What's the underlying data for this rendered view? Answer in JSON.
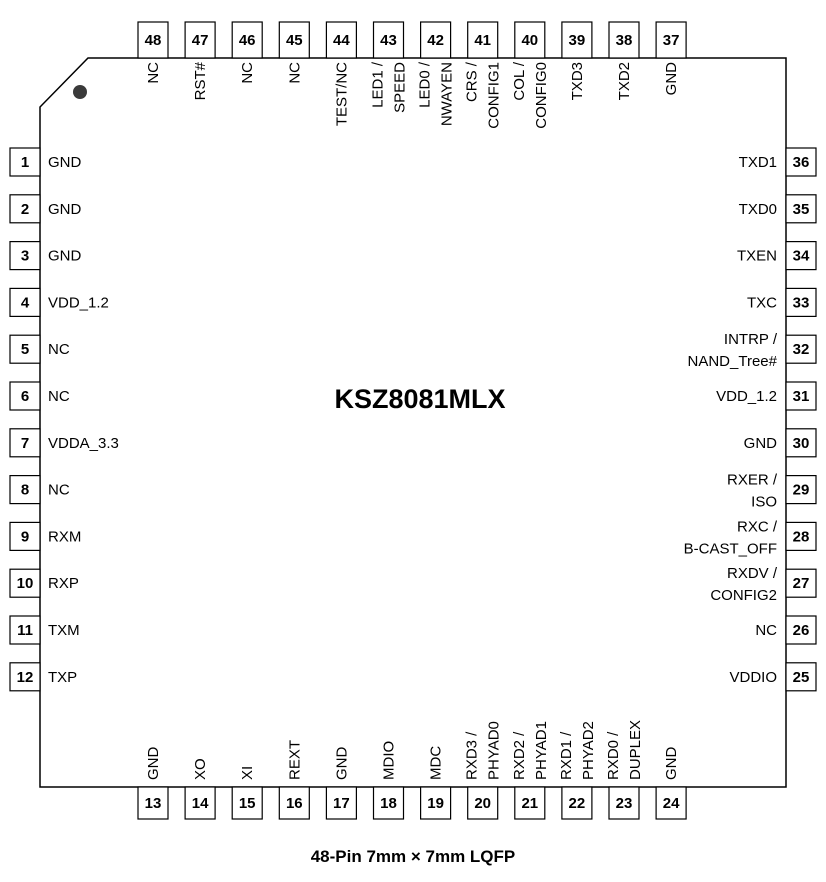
{
  "part_name": "KSZ8081MLX",
  "caption": "48-Pin 7mm × 7mm LQFP",
  "pins_left": [
    {
      "num": "1",
      "label": [
        "GND"
      ]
    },
    {
      "num": "2",
      "label": [
        "GND"
      ]
    },
    {
      "num": "3",
      "label": [
        "GND"
      ]
    },
    {
      "num": "4",
      "label": [
        "VDD_1.2"
      ]
    },
    {
      "num": "5",
      "label": [
        "NC"
      ]
    },
    {
      "num": "6",
      "label": [
        "NC"
      ]
    },
    {
      "num": "7",
      "label": [
        "VDDA_3.3"
      ]
    },
    {
      "num": "8",
      "label": [
        "NC"
      ]
    },
    {
      "num": "9",
      "label": [
        "RXM"
      ]
    },
    {
      "num": "10",
      "label": [
        "RXP"
      ]
    },
    {
      "num": "11",
      "label": [
        "TXM"
      ]
    },
    {
      "num": "12",
      "label": [
        "TXP"
      ]
    }
  ],
  "pins_bottom": [
    {
      "num": "13",
      "label": [
        "GND"
      ]
    },
    {
      "num": "14",
      "label": [
        "XO"
      ]
    },
    {
      "num": "15",
      "label": [
        "XI"
      ]
    },
    {
      "num": "16",
      "label": [
        "REXT"
      ]
    },
    {
      "num": "17",
      "label": [
        "GND"
      ]
    },
    {
      "num": "18",
      "label": [
        "MDIO"
      ]
    },
    {
      "num": "19",
      "label": [
        "MDC"
      ]
    },
    {
      "num": "20",
      "label": [
        "RXD3 /",
        "PHYAD0"
      ]
    },
    {
      "num": "21",
      "label": [
        "RXD2 /",
        "PHYAD1"
      ]
    },
    {
      "num": "22",
      "label": [
        "RXD1 /",
        "PHYAD2"
      ]
    },
    {
      "num": "23",
      "label": [
        "RXD0 /",
        "DUPLEX"
      ]
    },
    {
      "num": "24",
      "label": [
        "GND"
      ]
    }
  ],
  "pins_right": [
    {
      "num": "36",
      "label": [
        "TXD1"
      ]
    },
    {
      "num": "35",
      "label": [
        "TXD0"
      ]
    },
    {
      "num": "34",
      "label": [
        "TXEN"
      ]
    },
    {
      "num": "33",
      "label": [
        "TXC"
      ]
    },
    {
      "num": "32",
      "label": [
        "INTRP /",
        "NAND_Tree#"
      ]
    },
    {
      "num": "31",
      "label": [
        "VDD_1.2"
      ]
    },
    {
      "num": "30",
      "label": [
        "GND"
      ]
    },
    {
      "num": "29",
      "label": [
        "RXER /",
        "ISO"
      ]
    },
    {
      "num": "28",
      "label": [
        "RXC /",
        "B-CAST_OFF"
      ]
    },
    {
      "num": "27",
      "label": [
        "RXDV /",
        "CONFIG2"
      ]
    },
    {
      "num": "26",
      "label": [
        "NC"
      ]
    },
    {
      "num": "25",
      "label": [
        "VDDIO"
      ]
    }
  ],
  "pins_top": [
    {
      "num": "48",
      "label": [
        "NC"
      ]
    },
    {
      "num": "47",
      "label": [
        "RST#"
      ]
    },
    {
      "num": "46",
      "label": [
        "NC"
      ]
    },
    {
      "num": "45",
      "label": [
        "NC"
      ]
    },
    {
      "num": "44",
      "label": [
        "TEST/NC"
      ]
    },
    {
      "num": "43",
      "label": [
        "LED1 /",
        "SPEED"
      ]
    },
    {
      "num": "42",
      "label": [
        "LED0 /",
        "NWAYEN"
      ]
    },
    {
      "num": "41",
      "label": [
        "CRS /",
        "CONFIG1"
      ]
    },
    {
      "num": "40",
      "label": [
        "COL /",
        "CONFIG0"
      ]
    },
    {
      "num": "39",
      "label": [
        "TXD3"
      ]
    },
    {
      "num": "38",
      "label": [
        "TXD2"
      ]
    },
    {
      "num": "37",
      "label": [
        "GND"
      ]
    }
  ]
}
